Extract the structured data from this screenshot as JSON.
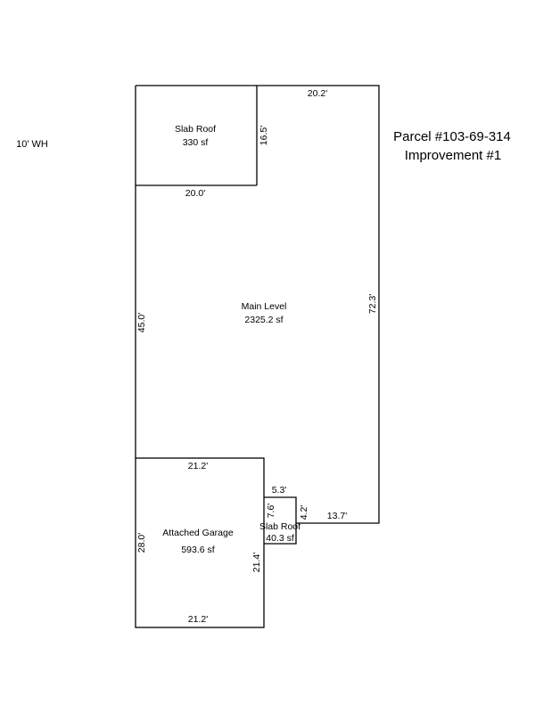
{
  "header": {
    "parcel": "Parcel #103-69-314",
    "improvement": "Improvement #1",
    "wall_height_note": "10' WH"
  },
  "areas": {
    "slab_roof_top": {
      "name": "Slab Roof",
      "area": "330 sf"
    },
    "main_level": {
      "name": "Main Level",
      "area": "2325.2 sf"
    },
    "attached_garage": {
      "name": "Attached Garage",
      "area": "593.6 sf"
    },
    "slab_roof_small": {
      "name": "Slab Roof",
      "area": "40.3 sf"
    }
  },
  "dimensions": {
    "top_right": "20.2'",
    "slab_right": "16.5'",
    "slab_bottom": "20.0'",
    "main_left": "45.0'",
    "main_right": "72.3'",
    "garage_top": "21.2'",
    "garage_left": "28.0'",
    "garage_right": "21.4'",
    "garage_bottom": "21.2'",
    "slab_small_top": "5.3'",
    "slab_small_left": "7.6'",
    "slab_small_right": "4.2'",
    "bottom_right": "13.7'"
  }
}
